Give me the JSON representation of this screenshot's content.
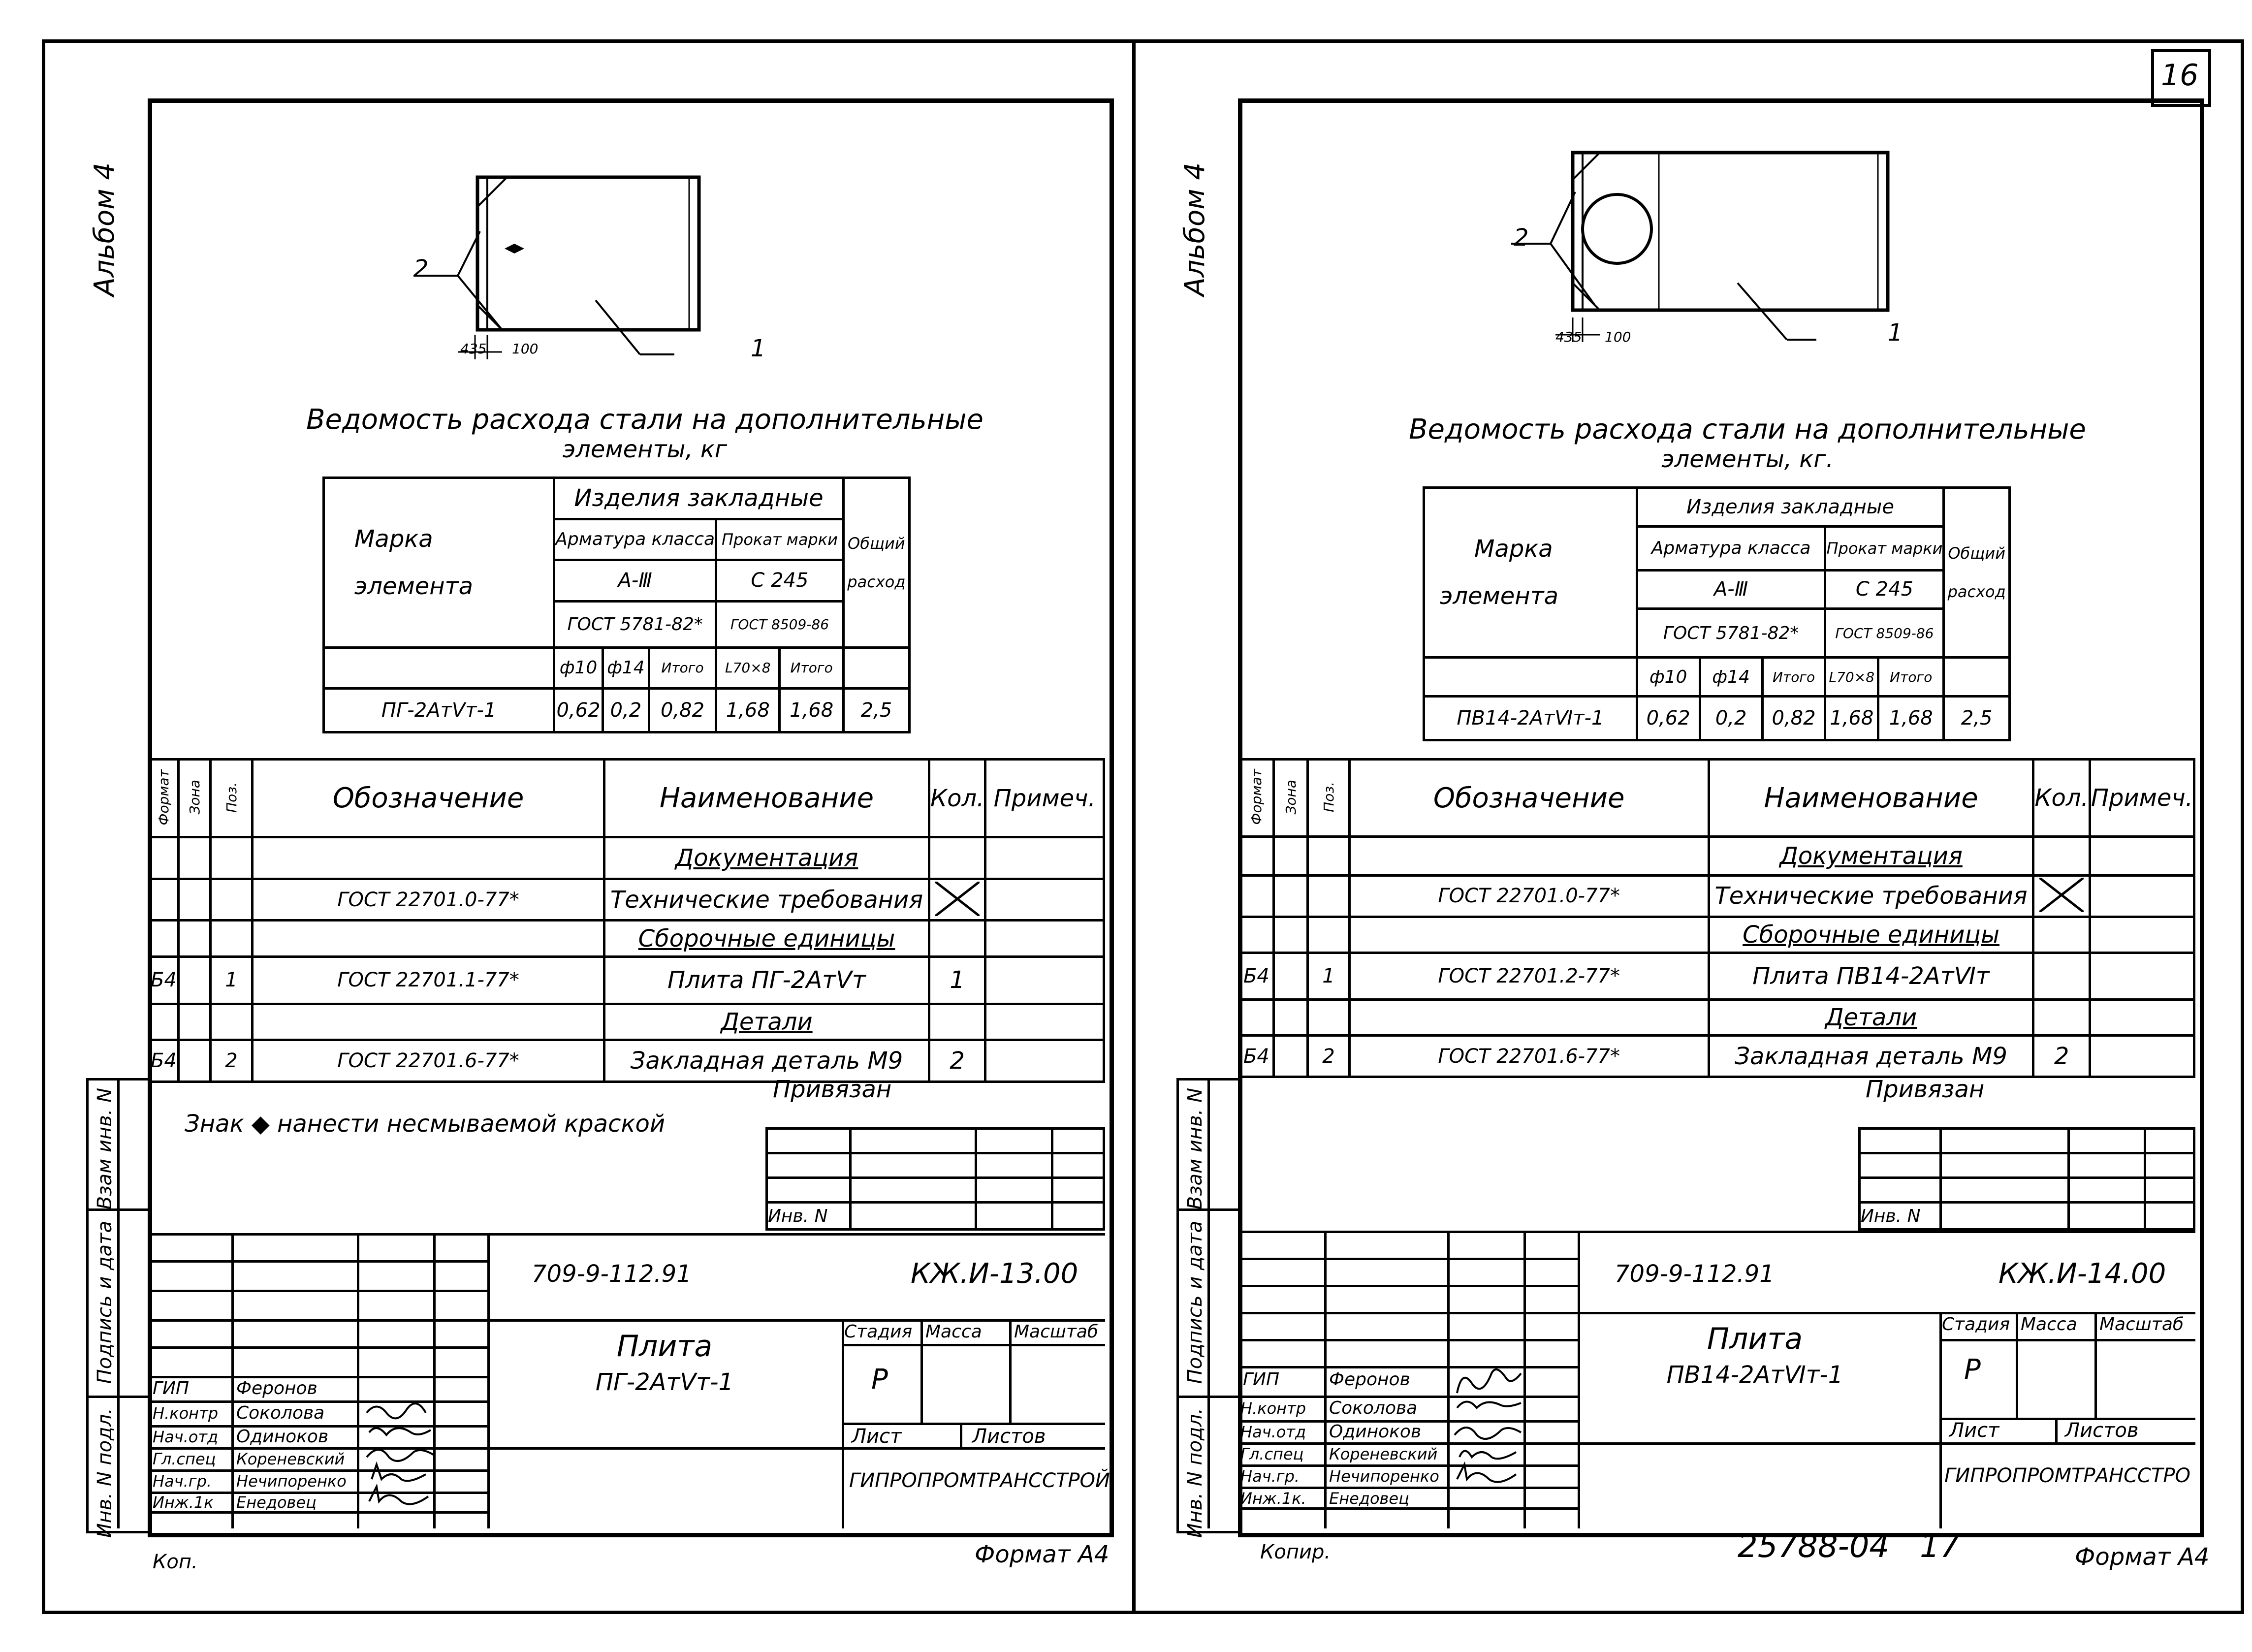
{
  "sheet_number": "16",
  "bottom_center": {
    "code": "25788-04",
    "page": "17"
  },
  "left": {
    "album": "Альбом 4",
    "drawing": {
      "callout1": "1",
      "callout2": "2",
      "dim_a": "435",
      "dim_b": "100"
    },
    "steel_title_1": "Ведомость расхода стали на дополнительные",
    "steel_title_2": "элементы, кг",
    "steel": {
      "mark_label_1": "Марка",
      "mark_label_2": "элемента",
      "group": "Изделия закладные",
      "arm_class": "Арматура класса",
      "rolled": "Прокат марки",
      "arm_grade": "А-Ⅲ",
      "rolled_grade": "С 245",
      "arm_gost": "ГОСТ 5781-82*",
      "rolled_gost": "ГОСТ 8509-86",
      "total_label_1": "Общий",
      "total_label_2": "расход",
      "cols": [
        "ф10",
        "ф14",
        "Итого",
        "L70×8",
        "Итого"
      ],
      "row": {
        "mark": "ПГ-2АтⅤт-1",
        "values": [
          "0,62",
          "0,2",
          "0,82",
          "1,68",
          "1,68"
        ],
        "total": "2,5"
      }
    },
    "spec_headers": {
      "format": "Формат",
      "zone": "Зона",
      "pos": "Поз.",
      "designation": "Обозначение",
      "name": "Наименование",
      "qty": "Кол.",
      "note": "Примеч."
    },
    "spec_rows": [
      {
        "format": "",
        "pos": "",
        "designation": "",
        "name": "Документация",
        "qty": "",
        "heading": true
      },
      {
        "format": "",
        "pos": "",
        "designation": "ГОСТ 22701.0-77*",
        "name": "Технические требования",
        "qty": "",
        "heading": false
      },
      {
        "format": "",
        "pos": "",
        "designation": "",
        "name": "Сборочные единицы",
        "qty": "",
        "heading": true
      },
      {
        "format": "Б4",
        "pos": "1",
        "designation": "ГОСТ 22701.1-77*",
        "name": "Плита ПГ-2АтⅤт",
        "qty": "1",
        "heading": false
      },
      {
        "format": "",
        "pos": "",
        "designation": "",
        "name": "Детали",
        "qty": "",
        "heading": true
      },
      {
        "format": "Б4",
        "pos": "2",
        "designation": "ГОСТ 22701.6-77*",
        "name": "Закладная деталь М9",
        "qty": "2",
        "heading": false
      }
    ],
    "note": "Знак ◆ нанести несмываемой краской",
    "privyazan": "Привязан",
    "inv_n": "Инв. N",
    "side_labels": [
      "Взам инв. N",
      "Подпись и дата",
      "Инв. N подл."
    ],
    "stamp": {
      "project": "709-9-112.91",
      "code": "КЖ.И-13.00",
      "title_1": "Плита",
      "title_2": "ПГ-2АтⅤт-1",
      "stage_label": "Стадия",
      "mass_label": "Масса",
      "scale_label": "Масштаб",
      "stage": "Р",
      "sheet_label": "Лист",
      "sheets_label": "Листов",
      "org": "ГИПРОПРОМТРАНССТРОЙ",
      "people": [
        {
          "role": "ГИП",
          "name": "Феронов"
        },
        {
          "role": "Н.контр",
          "name": "Соколова"
        },
        {
          "role": "Нач.отд",
          "name": "Одиноков"
        },
        {
          "role": "Гл.спец",
          "name": "Кореневский"
        },
        {
          "role": "Нач.гр.",
          "name": "Нечипоренко"
        },
        {
          "role": "Инж.1к",
          "name": "Енедовец"
        }
      ]
    },
    "kopir": "Коп.",
    "format": "Формат А4"
  },
  "right": {
    "album": "Альбом 4",
    "drawing": {
      "callout1": "1",
      "callout2": "2",
      "dim_a": "435",
      "dim_b": "100"
    },
    "steel_title_1": "Ведомость расхода стали на дополнительные",
    "steel_title_2": "элементы, кг.",
    "steel": {
      "mark_label_1": "Марка",
      "mark_label_2": "элемента",
      "group": "Изделия закладные",
      "arm_class": "Арматура класса",
      "rolled": "Прокат марки",
      "arm_grade": "А-Ⅲ",
      "rolled_grade": "С 245",
      "arm_gost": "ГОСТ 5781-82*",
      "rolled_gost": "ГОСТ 8509-86",
      "total_label_1": "Общий",
      "total_label_2": "расход",
      "cols": [
        "ф10",
        "ф14",
        "Итого",
        "L70×8",
        "Итого"
      ],
      "row": {
        "mark": "ПВ14-2АтⅥт-1",
        "values": [
          "0,62",
          "0,2",
          "0,82",
          "1,68",
          "1,68"
        ],
        "total": "2,5"
      }
    },
    "spec_headers": {
      "format": "Формат",
      "zone": "Зона",
      "pos": "Поз.",
      "designation": "Обозначение",
      "name": "Наименование",
      "qty": "Кол.",
      "note": "Примеч."
    },
    "spec_rows": [
      {
        "format": "",
        "pos": "",
        "designation": "",
        "name": "Документация",
        "qty": "",
        "heading": true
      },
      {
        "format": "",
        "pos": "",
        "designation": "ГОСТ 22701.0-77*",
        "name": "Технические требования",
        "qty": "",
        "heading": false
      },
      {
        "format": "",
        "pos": "",
        "designation": "",
        "name": "Сборочные единицы",
        "qty": "",
        "heading": true
      },
      {
        "format": "Б4",
        "pos": "1",
        "designation": "ГОСТ 22701.2-77*",
        "name": "Плита ПВ14-2АтⅥт",
        "qty": "",
        "heading": false
      },
      {
        "format": "",
        "pos": "",
        "designation": "",
        "name": "Детали",
        "qty": "",
        "heading": true
      },
      {
        "format": "Б4",
        "pos": "2",
        "designation": "ГОСТ 22701.6-77*",
        "name": "Закладная деталь М9",
        "qty": "2",
        "heading": false
      }
    ],
    "note": "",
    "privyazan": "Привязан",
    "inv_n": "Инв. N",
    "side_labels": [
      "Взам инв. N",
      "Подпись и дата",
      "Инв. N подл."
    ],
    "stamp": {
      "project": "709-9-112.91",
      "code": "КЖ.И-14.00",
      "title_1": "Плита",
      "title_2": "ПВ14-2АтⅥт-1",
      "stage_label": "Стадия",
      "mass_label": "Масса",
      "scale_label": "Масштаб",
      "stage": "Р",
      "sheet_label": "Лист",
      "sheets_label": "Листов",
      "org": "ГИПРОПРОМТРАНССТРОЙ",
      "people": [
        {
          "role": "ГИП",
          "name": "Феронов"
        },
        {
          "role": "Н.контр",
          "name": "Соколова"
        },
        {
          "role": "Нач.отд",
          "name": "Одиноков"
        },
        {
          "role": "Гл.спец",
          "name": "Кореневский"
        },
        {
          "role": "Нач.гр.",
          "name": "Нечипоренко"
        },
        {
          "role": "Инж.1к.",
          "name": "Енедовец"
        }
      ]
    },
    "kopir": "Копир.",
    "format": "Формат А4"
  }
}
